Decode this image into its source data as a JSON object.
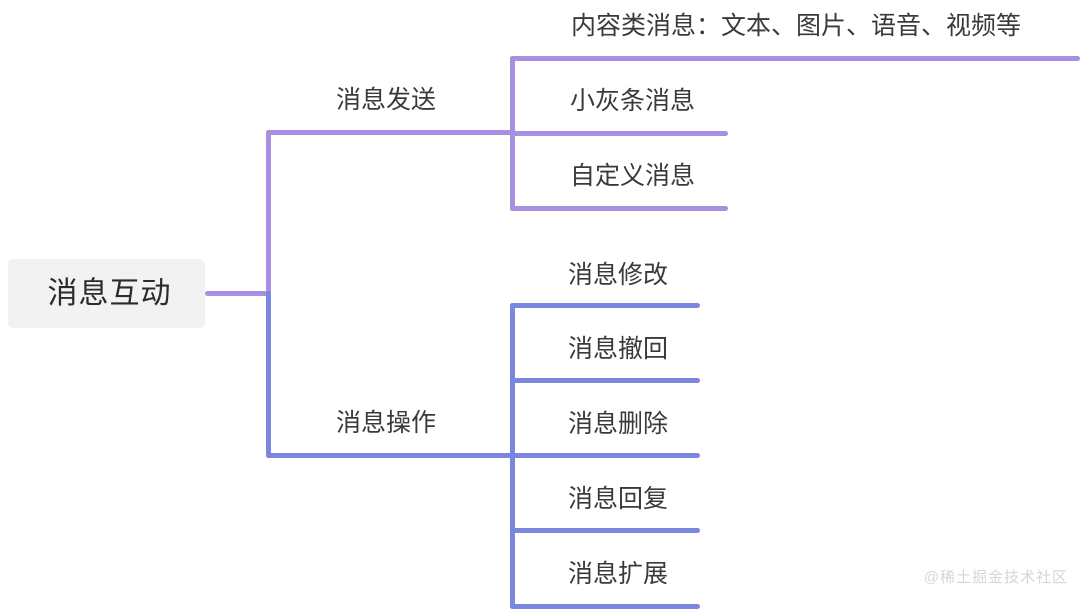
{
  "diagram": {
    "title": "消息互动",
    "watermark": "@稀土掘金技术社区",
    "colors": {
      "background": "#ffffff",
      "root_fill": "#f2f2f3",
      "branch_send": "#a88fe2",
      "branch_operate": "#7b86dd",
      "text": "#3a3a3a",
      "root_text": "#2b2b2b",
      "watermark": "#d6d6d6"
    },
    "root": {
      "label": "消息互动"
    },
    "branches": [
      {
        "id": "message-send",
        "label": "消息发送",
        "color": "#a88fe2",
        "children": [
          {
            "id": "content-messages",
            "label": "内容类消息：文本、图片、语音、视频等"
          },
          {
            "id": "gray-bar-message",
            "label": "小灰条消息"
          },
          {
            "id": "custom-message",
            "label": "自定义消息"
          }
        ]
      },
      {
        "id": "message-operate",
        "label": "消息操作",
        "color": "#7b86dd",
        "children": [
          {
            "id": "message-edit",
            "label": "消息修改"
          },
          {
            "id": "message-recall",
            "label": "消息撤回"
          },
          {
            "id": "message-delete",
            "label": "消息删除"
          },
          {
            "id": "message-reply",
            "label": "消息回复"
          },
          {
            "id": "message-extend",
            "label": "消息扩展"
          }
        ]
      }
    ]
  }
}
